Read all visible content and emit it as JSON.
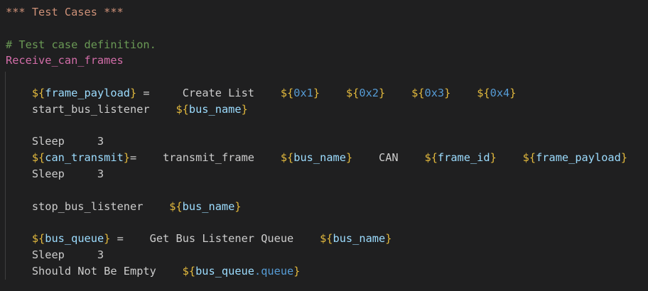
{
  "editor": {
    "language": "robotframework",
    "background": "#1f1f20",
    "colors": {
      "header": "#CE9178",
      "comment": "#6A9955",
      "testcase": "#D26DA8",
      "decorator": "#E2B93D",
      "variable": "#9CDCFE",
      "number": "#569CD6",
      "plain": "#CCCCCC",
      "indent_guide": "#3f3f3f"
    },
    "lines": [
      {
        "segments": [
          {
            "text": "*** Test Cases ***",
            "style": "header"
          }
        ]
      },
      {
        "segments": []
      },
      {
        "segments": [
          {
            "text": "# Test case definition.",
            "style": "comment"
          }
        ]
      },
      {
        "segments": [
          {
            "text": "Receive_can_frames",
            "style": "testcase"
          }
        ]
      },
      {
        "segments": []
      },
      {
        "segments": [
          {
            "text": "    ",
            "style": "plain"
          },
          {
            "text": "${",
            "style": "decorator"
          },
          {
            "text": "frame_payload",
            "style": "variable"
          },
          {
            "text": "}",
            "style": "decorator"
          },
          {
            "text": " =     ",
            "style": "plain"
          },
          {
            "text": "Create List",
            "style": "plain"
          },
          {
            "text": "    ",
            "style": "plain"
          },
          {
            "text": "${",
            "style": "decorator"
          },
          {
            "text": "0x1",
            "style": "number"
          },
          {
            "text": "}",
            "style": "decorator"
          },
          {
            "text": "    ",
            "style": "plain"
          },
          {
            "text": "${",
            "style": "decorator"
          },
          {
            "text": "0x2",
            "style": "number"
          },
          {
            "text": "}",
            "style": "decorator"
          },
          {
            "text": "    ",
            "style": "plain"
          },
          {
            "text": "${",
            "style": "decorator"
          },
          {
            "text": "0x3",
            "style": "number"
          },
          {
            "text": "}",
            "style": "decorator"
          },
          {
            "text": "    ",
            "style": "plain"
          },
          {
            "text": "${",
            "style": "decorator"
          },
          {
            "text": "0x4",
            "style": "number"
          },
          {
            "text": "}",
            "style": "decorator"
          }
        ]
      },
      {
        "segments": [
          {
            "text": "    ",
            "style": "plain"
          },
          {
            "text": "start_bus_listener",
            "style": "plain"
          },
          {
            "text": "    ",
            "style": "plain"
          },
          {
            "text": "${",
            "style": "decorator"
          },
          {
            "text": "bus_name",
            "style": "variable"
          },
          {
            "text": "}",
            "style": "decorator"
          }
        ]
      },
      {
        "segments": []
      },
      {
        "segments": [
          {
            "text": "    Sleep     3",
            "style": "plain"
          }
        ]
      },
      {
        "segments": [
          {
            "text": "    ",
            "style": "plain"
          },
          {
            "text": "${",
            "style": "decorator"
          },
          {
            "text": "can_transmit",
            "style": "variable"
          },
          {
            "text": "}",
            "style": "decorator"
          },
          {
            "text": "=    ",
            "style": "plain"
          },
          {
            "text": "transmit_frame",
            "style": "plain"
          },
          {
            "text": "    ",
            "style": "plain"
          },
          {
            "text": "${",
            "style": "decorator"
          },
          {
            "text": "bus_name",
            "style": "variable"
          },
          {
            "text": "}",
            "style": "decorator"
          },
          {
            "text": "    ",
            "style": "plain"
          },
          {
            "text": "CAN",
            "style": "plain"
          },
          {
            "text": "    ",
            "style": "plain"
          },
          {
            "text": "${",
            "style": "decorator"
          },
          {
            "text": "frame_id",
            "style": "variable"
          },
          {
            "text": "}",
            "style": "decorator"
          },
          {
            "text": "    ",
            "style": "plain"
          },
          {
            "text": "${",
            "style": "decorator"
          },
          {
            "text": "frame_payload",
            "style": "variable"
          },
          {
            "text": "}",
            "style": "decorator"
          }
        ]
      },
      {
        "segments": [
          {
            "text": "    Sleep     3",
            "style": "plain"
          }
        ]
      },
      {
        "segments": []
      },
      {
        "segments": [
          {
            "text": "    ",
            "style": "plain"
          },
          {
            "text": "stop_bus_listener",
            "style": "plain"
          },
          {
            "text": "    ",
            "style": "plain"
          },
          {
            "text": "${",
            "style": "decorator"
          },
          {
            "text": "bus_name",
            "style": "variable"
          },
          {
            "text": "}",
            "style": "decorator"
          }
        ]
      },
      {
        "segments": []
      },
      {
        "segments": [
          {
            "text": "    ",
            "style": "plain"
          },
          {
            "text": "${",
            "style": "decorator"
          },
          {
            "text": "bus_queue",
            "style": "variable"
          },
          {
            "text": "}",
            "style": "decorator"
          },
          {
            "text": " =    ",
            "style": "plain"
          },
          {
            "text": "Get Bus Listener Queue",
            "style": "plain"
          },
          {
            "text": "    ",
            "style": "plain"
          },
          {
            "text": "${",
            "style": "decorator"
          },
          {
            "text": "bus_name",
            "style": "variable"
          },
          {
            "text": "}",
            "style": "decorator"
          }
        ]
      },
      {
        "segments": [
          {
            "text": "    Sleep     3",
            "style": "plain"
          }
        ]
      },
      {
        "segments": [
          {
            "text": "    ",
            "style": "plain"
          },
          {
            "text": "Should Not Be Empty",
            "style": "plain"
          },
          {
            "text": "    ",
            "style": "plain"
          },
          {
            "text": "${",
            "style": "decorator"
          },
          {
            "text": "bus_queue",
            "style": "variable"
          },
          {
            "text": ".queue",
            "style": "number"
          },
          {
            "text": "}",
            "style": "decorator"
          }
        ]
      }
    ]
  }
}
